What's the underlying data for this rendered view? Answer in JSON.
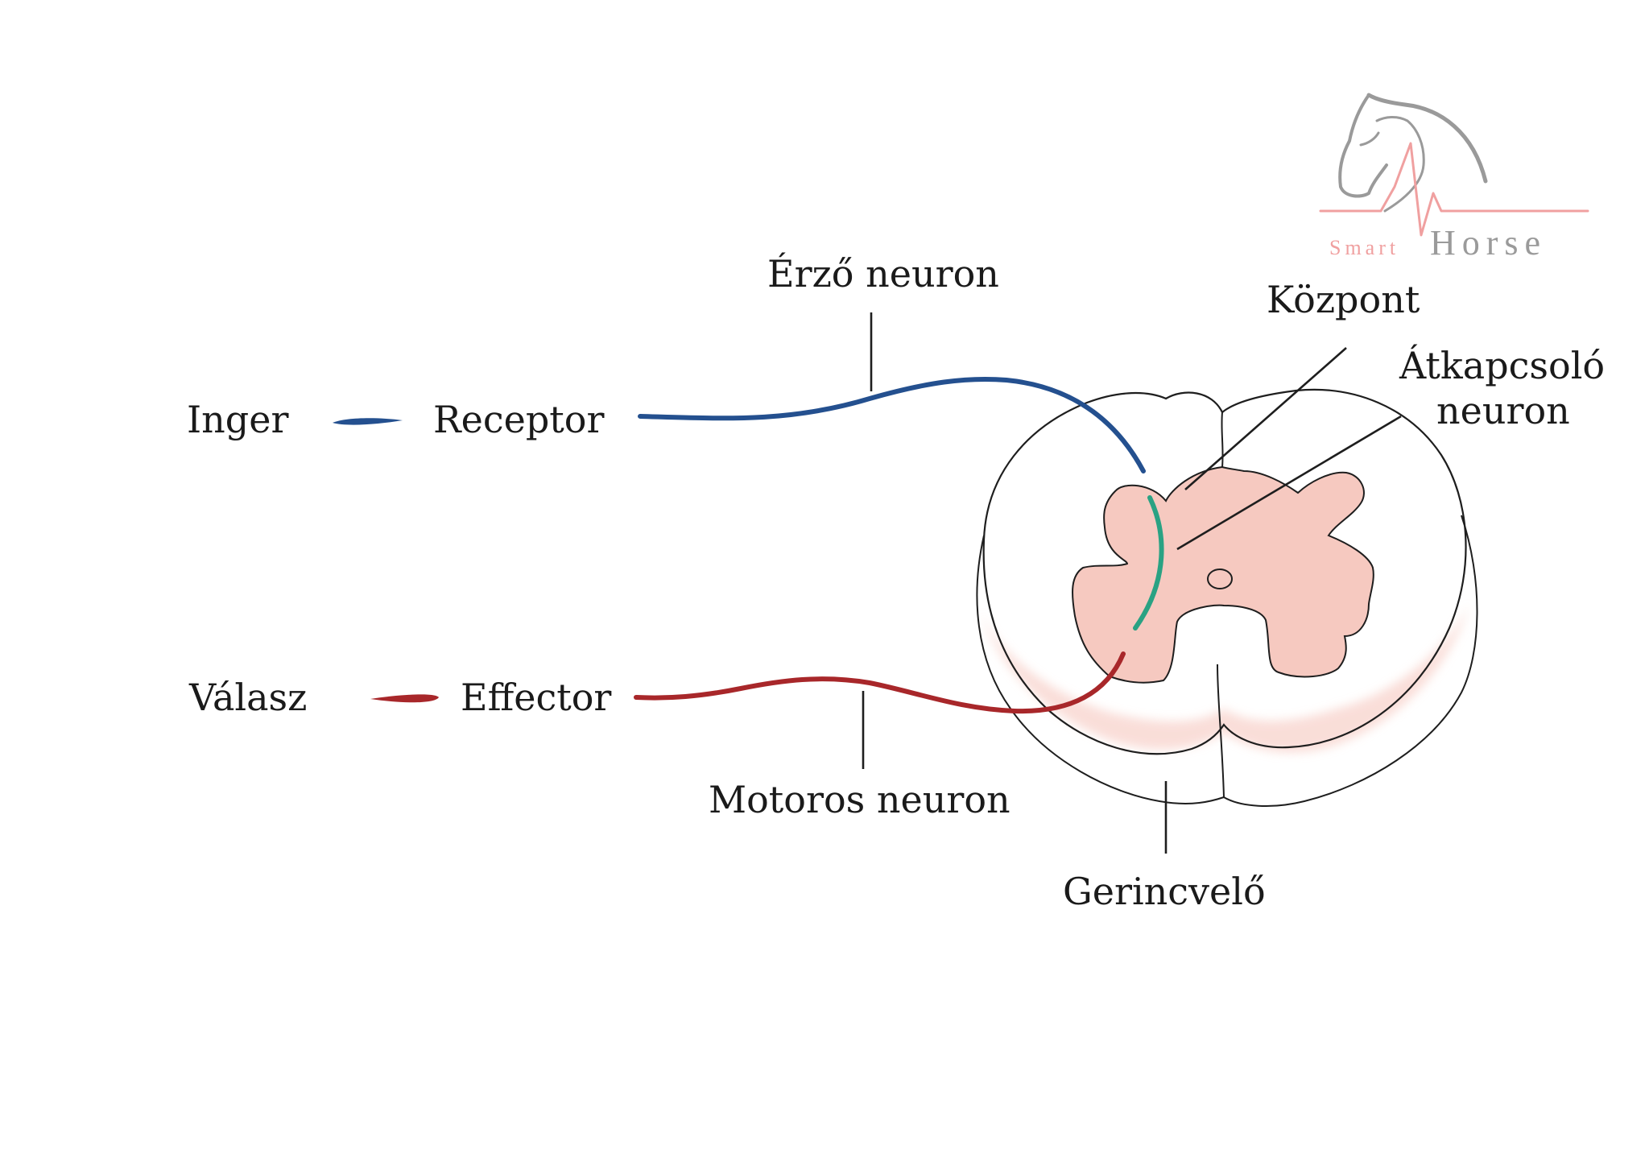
{
  "colors": {
    "background": "#ffffff",
    "sensory_neuron": "#24508f",
    "motor_neuron": "#a8272a",
    "interneuron": "#2aa283",
    "gray_matter": "#f6c9c0",
    "outline": "#1e1e1e",
    "logo_gray": "#9a9a9a",
    "logo_red": "#f0a0a0"
  },
  "labels": {
    "stimulus": "Inger",
    "receptor": "Receptor",
    "sensory_neuron": "Érző neuron",
    "center": "Központ",
    "interneuron_line1": "Átkapcsoló",
    "interneuron_line2": "neuron",
    "response": "Válasz",
    "effector": "Effector",
    "motor_neuron": "Motoros neuron",
    "spinal_cord": "Gerincvelő"
  },
  "logo": {
    "word_small": "Smart",
    "word_large": "Horse",
    "icon": "horse-head-heartbeat-icon"
  }
}
